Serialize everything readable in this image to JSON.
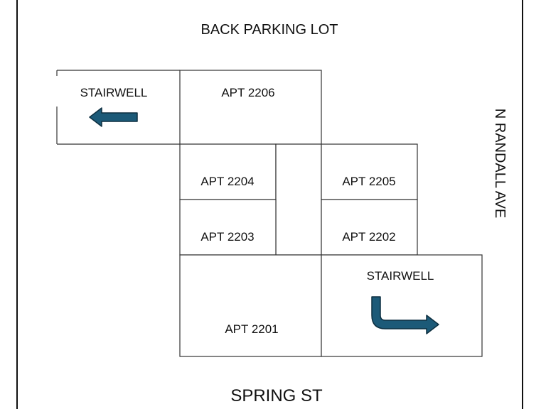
{
  "streets": {
    "north": "BACK PARKING LOT",
    "east": "N RANDALL AVE",
    "south": "SPRING ST"
  },
  "rooms": {
    "stairwell_west": "STAIRWELL",
    "apt_2206": "APT 2206",
    "apt_2204": "APT 2204",
    "apt_2205": "APT 2205",
    "apt_2203": "APT 2203",
    "apt_2202": "APT 2202",
    "apt_2201": "APT 2201",
    "stairwell_east": "STAIRWELL"
  },
  "colors": {
    "arrow_fill": "#1c5a78",
    "arrow_stroke": "#0d2f40",
    "wall": "#333333",
    "border": "#111111"
  },
  "icons": {
    "west_stairwell": "arrow-left-icon",
    "east_stairwell": "arrow-down-then-right-icon"
  }
}
